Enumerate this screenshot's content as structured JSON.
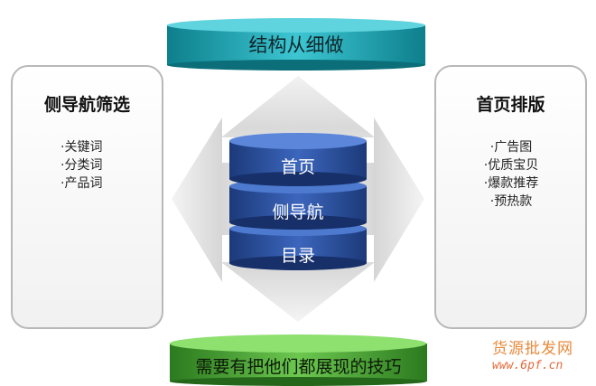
{
  "top_banner": {
    "text": "结构从细做",
    "color": "#1aa7b5"
  },
  "bottom_banner": {
    "text": "需要有把他们都展现的技巧",
    "color": "#3fa02e"
  },
  "left_box": {
    "title": "侧导航筛选",
    "items": [
      "关键词",
      "分类词",
      "产品词"
    ]
  },
  "right_box": {
    "title": "首页排版",
    "items": [
      "广告图",
      "优质宝贝",
      "爆款推荐",
      "预热款"
    ]
  },
  "stack": {
    "layers": [
      "首页",
      "侧导航",
      "目录"
    ],
    "color": "#2b4f9e"
  },
  "watermark": {
    "line1": "货源批发网",
    "line2": "www.6pf.cn"
  }
}
